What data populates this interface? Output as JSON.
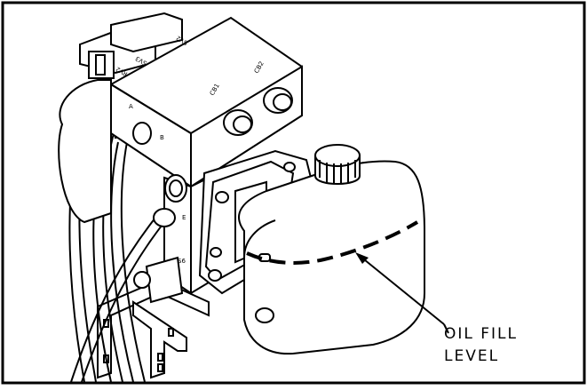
{
  "callout": {
    "line1": "OIL FILL",
    "line2": "LEVEL"
  },
  "valve_labels": {
    "a": "A",
    "b": "B",
    "e": "E",
    "s6": "S6",
    "cb1": "CB1",
    "cb2": "CB2",
    "rv2": "RV2",
    "sv3": "SV3",
    "sv2": "SV2"
  }
}
